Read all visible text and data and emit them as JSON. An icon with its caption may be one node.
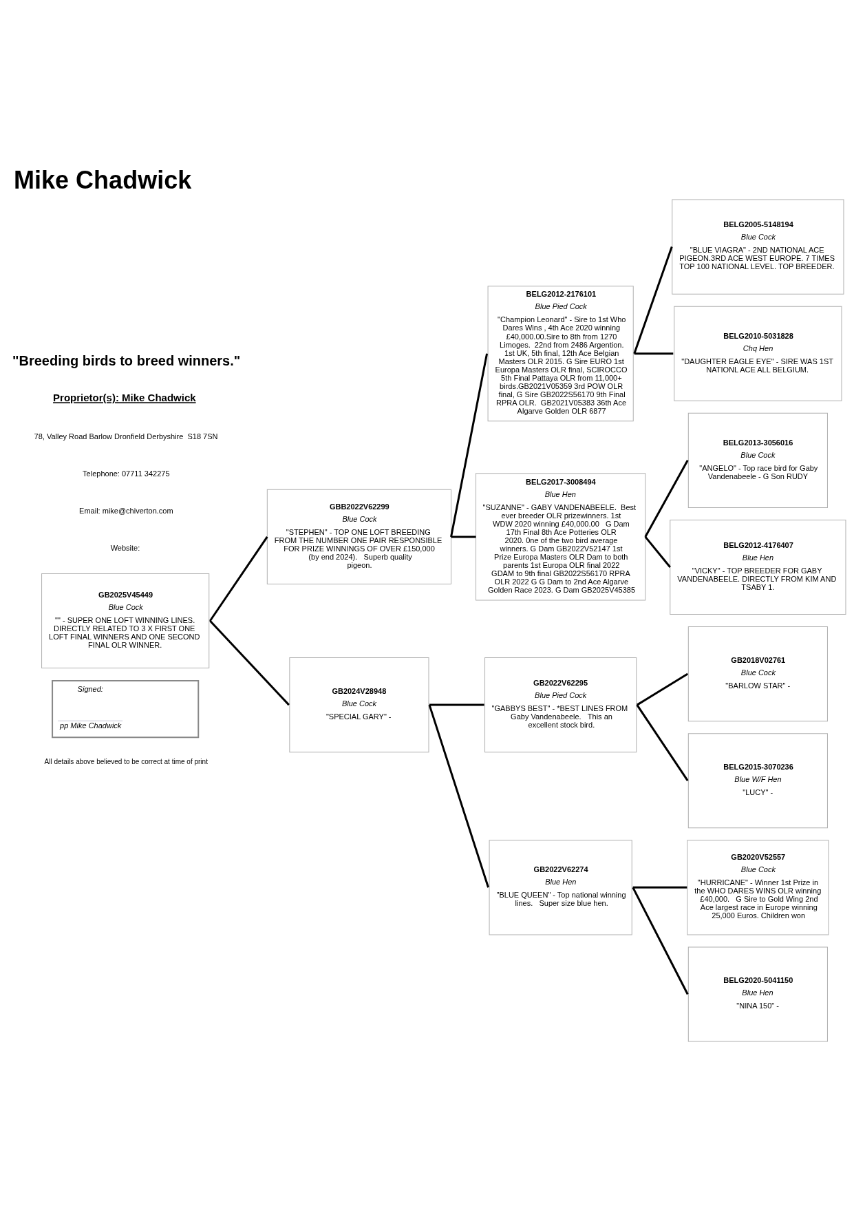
{
  "diagram": {
    "title": "Mike Chadwick",
    "nodes": [
      {
        "text": [
          "GB2025V45449",
          "Blue Cock",
          "\"\" - SUPER ONE LOFT WINNING LINES.   DIRECTLY RELATED TO 3 X FIRST ONE LOFT FINAL WINNERS AND ONE SECOND FINAL OLR WINNER."
        ]
      },
      {
        "text": [
          "GBB2022V62299",
          "Blue Cock",
          "\"STEPHEN\" - TOP ONE LOFT BREEDING FROM THE NUMBER ONE PAIR RESPONSIBLE FOR PRIZE WINNINGS OF OVER £150,000 (by end 2024).   Superb quality pigeon."
        ]
      },
      {
        "text": [
          "BELG2012-2176101",
          "Blue Pied Cock",
          "\"Champion Leonard\" - Sire to 1st Who Dares Wins , 4th Ace 2020 winning £40,000.00.Sire to 8th from 1270 Limoges.  22nd from 2486 Argention. 1st UK, 5th final, 12th Ace Belgian Masters OLR 2015. G Sire EURO 1st Europa Masters OLR final, SCIROCCO 5th Final Pattaya OLR from 11,000+ birds.GB2021V05359 3rd POW OLR final, G Sire GB2022S56170 9th Final RPRA OLR.  GB2021V05383 36th Ace Algarve Golden OLR 6877"
        ]
      },
      {
        "text": [
          "BELG2005-5148194",
          "Blue Cock",
          "\"BLUE VIAGRA\" - 2ND NATIONAL ACE PIGEON.3RD ACE WEST EUROPE. 7 TIMES TOP 100 NATIONAL LEVEL. TOP BREEDER."
        ]
      },
      {
        "text": [
          "BELG2010-5031828",
          "Chq Hen",
          "\"DAUGHTER EAGLE EYE\" - SIRE WAS 1ST NATIONL ACE ALL BELGIUM."
        ]
      },
      {
        "text": [
          "BELG2017-3008494",
          "Blue Hen",
          "\"SUZANNE\" - GABY VANDENABEELE.  Best ever breeder OLR prizewinners. 1st WDW 2020 winning £40,000.00   G Dam 17th Final 8th Ace Potteries OLR 2020. 0ne of the two bird average winners. G Dam GB2022V52147 1st Prize Europa Masters OLR Dam to both parents 1st Europa OLR final 2022 GDAM to 9th final GB2022S56170 RPRA OLR 2022 G G Dam to 2nd Ace Algarve Golden Race 2023. G Dam GB2025V45385"
        ]
      },
      {
        "text": [
          "BELG2013-3056016",
          "Blue Cock",
          "\"ANGELO\" - Top race bird for Gaby Vandenabeele - G Son RUDY"
        ]
      },
      {
        "text": [
          "BELG2012-4176407",
          "Blue Hen",
          "\"VICKY\" - TOP BREEDER FOR GABY VANDENABEELE. DIRECTLY FROM KIM AND TSABY 1."
        ]
      },
      {
        "text": [
          "GB2024V28948",
          "Blue Cock",
          "\"SPECIAL GARY\" -"
        ]
      },
      {
        "text": [
          "GB2022V62295",
          "Blue Pied Cock",
          "\"GABBYS BEST\" - *BEST LINES FROM Gaby Vandenabeele.   This an excellent stock bird."
        ]
      },
      {
        "text": [
          "GB2018V02761",
          "Blue Cock",
          "\"BARLOW STAR\" -"
        ]
      },
      {
        "text": [
          "BELG2015-3070236",
          "Blue W/F Hen",
          "\"LUCY\" -"
        ]
      },
      {
        "text": [
          "GB2022V62274",
          "Blue Hen",
          "\"BLUE QUEEN\" - Top national winning lines.   Super size blue hen."
        ]
      },
      {
        "text": [
          "GB2020V52557",
          "Blue Cock",
          "\"HURRICANE\" - Winner 1st Prize in the WHO DARES WINS OLR winning £40,000.   G Sire to Gold Wing 2nd Ace largest race in Europe winning 25,000 Euros. Children won"
        ]
      },
      {
        "text": [
          "BELG2020-5041150",
          "Blue Hen",
          "\"NINA 150\" -"
        ]
      },
      {
        "text": [
          "Signed:",
          "pp Mike Chadwick"
        ]
      }
    ],
    "edges": [
      {
        "from": 0,
        "to": 1,
        "arrow": "none"
      },
      {
        "from": 0,
        "to": 8,
        "arrow": "none"
      },
      {
        "from": 1,
        "to": 2,
        "arrow": "none"
      },
      {
        "from": 1,
        "to": 5,
        "arrow": "none"
      },
      {
        "from": 2,
        "to": 3,
        "arrow": "none"
      },
      {
        "from": 2,
        "to": 4,
        "arrow": "none"
      },
      {
        "from": 5,
        "to": 6,
        "arrow": "none"
      },
      {
        "from": 5,
        "to": 7,
        "arrow": "none"
      },
      {
        "from": 8,
        "to": 9,
        "arrow": "none"
      },
      {
        "from": 8,
        "to": 12,
        "arrow": "none"
      },
      {
        "from": 9,
        "to": 10,
        "arrow": "none"
      },
      {
        "from": 9,
        "to": 11,
        "arrow": "none"
      },
      {
        "from": 12,
        "to": 13,
        "arrow": "none"
      },
      {
        "from": 12,
        "to": 14,
        "arrow": "none"
      }
    ],
    "labels": [
      "\"Breeding birds to breed winners.\"",
      "Proprietor(s): Mike Chadwick",
      "78, Valley Road Barlow Dronfield Derbyshire  S18 7SN",
      "Telephone: 07711 342275",
      "Email: mike@chiverton.com",
      "Website:",
      "All details above believed to be correct at time of print"
    ]
  }
}
